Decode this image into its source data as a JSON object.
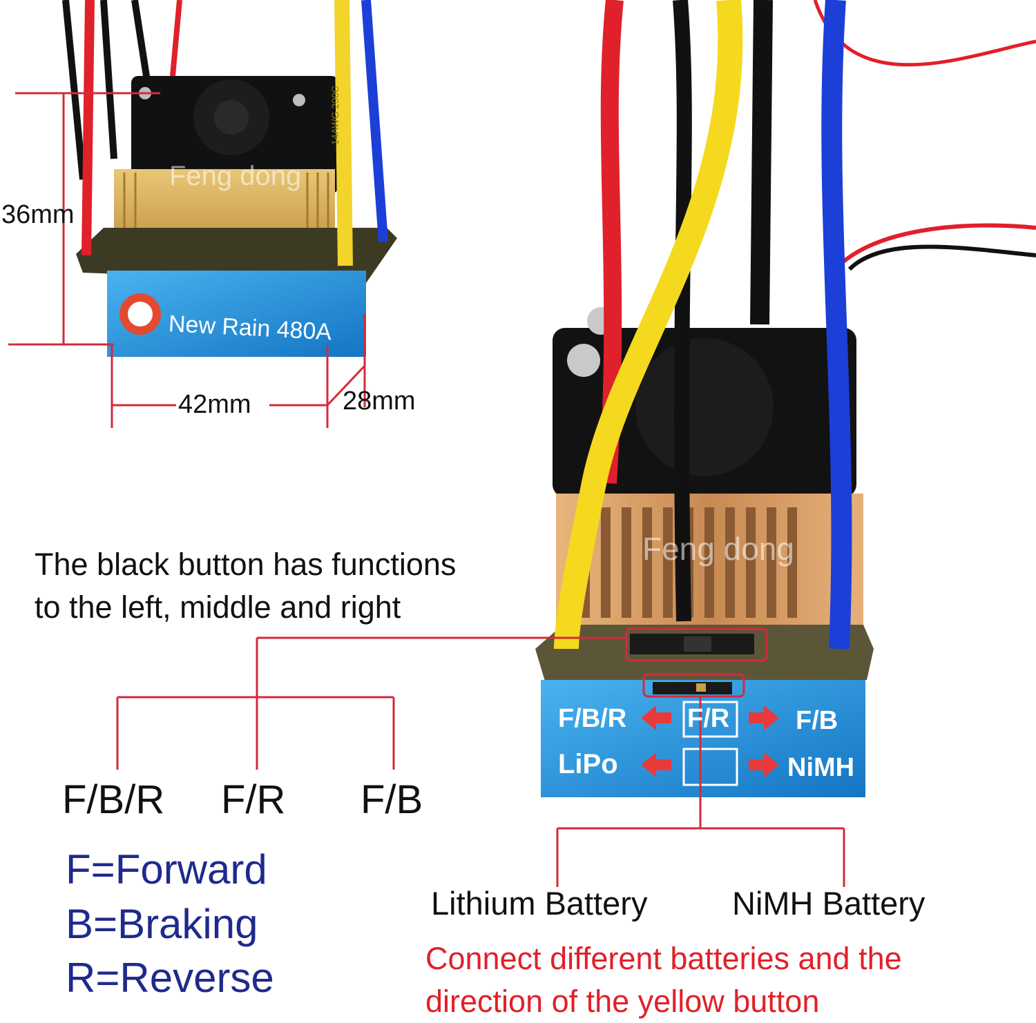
{
  "left_product": {
    "brand_label": "New Rain 480A",
    "watermark": "Feng dong",
    "wire_print": "14AWG 200C",
    "dimensions": {
      "height": "36mm",
      "length": "42mm",
      "width": "28mm"
    }
  },
  "right_product": {
    "watermark": "Feng dong",
    "panel": {
      "row1_left": "F/B/R",
      "row1_center": "F/R",
      "row1_right": "F/B",
      "row2_left": "LiPo",
      "row2_right": "NiMH"
    }
  },
  "callouts": {
    "black_button_line1": "The black button has functions",
    "black_button_line2": "to the left, middle and right",
    "mode_left": "F/B/R",
    "mode_middle": "F/R",
    "mode_right": "F/B",
    "lithium_battery": "Lithium Battery",
    "nimh_battery": "NiMH Battery",
    "note_line1": "Connect different batteries and the",
    "note_line2": "direction of the yellow button"
  },
  "legend": {
    "forward": "F=Forward",
    "braking": "B=Braking",
    "reverse": "R=Reverse"
  },
  "colors": {
    "callout_red": "#d42a3a",
    "legend_blue": "#1e2a8c",
    "note_red": "#e0202a",
    "esc_blue": "#1f8fd8",
    "copper": "#d9a36a"
  }
}
